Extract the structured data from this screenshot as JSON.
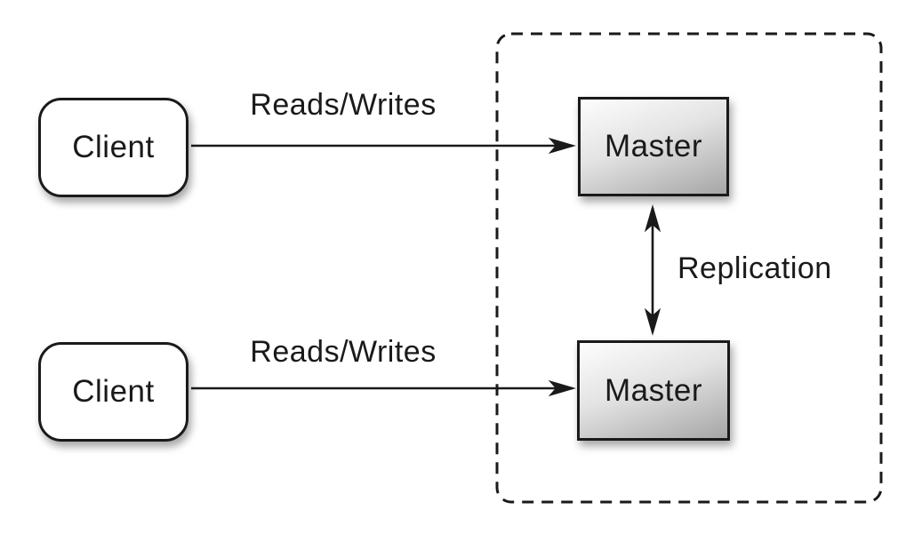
{
  "diagram": {
    "type": "architecture-diagram",
    "description": "Two clients performing reads/writes against two master nodes that replicate to each other inside a dashed boundary",
    "nodes": {
      "client_top": {
        "label": "Client"
      },
      "client_bottom": {
        "label": "Client"
      },
      "master_top": {
        "label": "Master"
      },
      "master_bottom": {
        "label": "Master"
      }
    },
    "edges": {
      "reads_writes_top": {
        "label": "Reads/Writes",
        "from": "client_top",
        "to": "master_top",
        "direction": "one-way"
      },
      "reads_writes_bottom": {
        "label": "Reads/Writes",
        "from": "client_bottom",
        "to": "master_bottom",
        "direction": "one-way"
      },
      "replication": {
        "label": "Replication",
        "from": "master_top",
        "to": "master_bottom",
        "direction": "two-way"
      }
    },
    "groups": {
      "replication_zone": {
        "border_style": "dashed",
        "contains": [
          "master_top",
          "master_bottom"
        ]
      }
    },
    "colors": {
      "line": "#1a1a1a",
      "text": "#1a1a1a",
      "client_fill": "#ffffff",
      "master_light": "#fdfdfd",
      "master_mid": "#e3e3e3",
      "master_dark": "#a6a6a6",
      "background": "#ffffff"
    }
  }
}
